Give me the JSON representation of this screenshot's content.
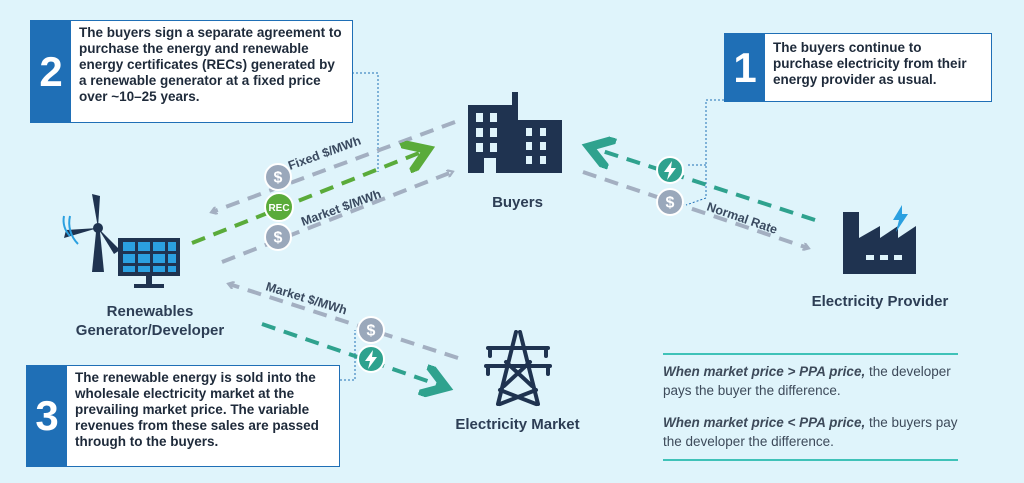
{
  "callouts": {
    "c1": {
      "number": "1",
      "text": "The buyers continue to purchase electricity from their energy provider as usual."
    },
    "c2": {
      "number": "2",
      "text": "The buyers sign a separate agreement to purchase the energy and renewable energy certificates (RECs) generated by a renewable generator at a fixed price over ~10–25 years."
    },
    "c3": {
      "number": "3",
      "text": "The renewable energy is sold into the wholesale electricity market at the prevailing market price. The variable revenues from these sales are passed through to the buyers."
    }
  },
  "nodes": {
    "buyers": "Buyers",
    "generator": "Renewables Generator/Developer",
    "provider": "Electricity Provider",
    "market": "Electricity Market"
  },
  "flows": {
    "fixed": "Fixed $/MWh",
    "market_top": "Market $/MWh",
    "normal_rate": "Normal Rate",
    "market_bottom": "Market $/MWh",
    "rec_badge": "REC",
    "dollar_symbol": "$"
  },
  "notes": {
    "line1_bold": "When market price > PPA price,",
    "line1_rest": " the developer pays the buyer the difference.",
    "line2_bold": "When market price < PPA price,",
    "line2_rest": " the buyers pay the developer the difference."
  },
  "colors": {
    "blue": "#1f6fb6",
    "navy": "#1f3350",
    "gray_arrow": "#a3afc1",
    "green_arrow": "#5aab3a",
    "teal_arrow": "#2fa28e",
    "dollar_badge": "#9aa8bb"
  }
}
